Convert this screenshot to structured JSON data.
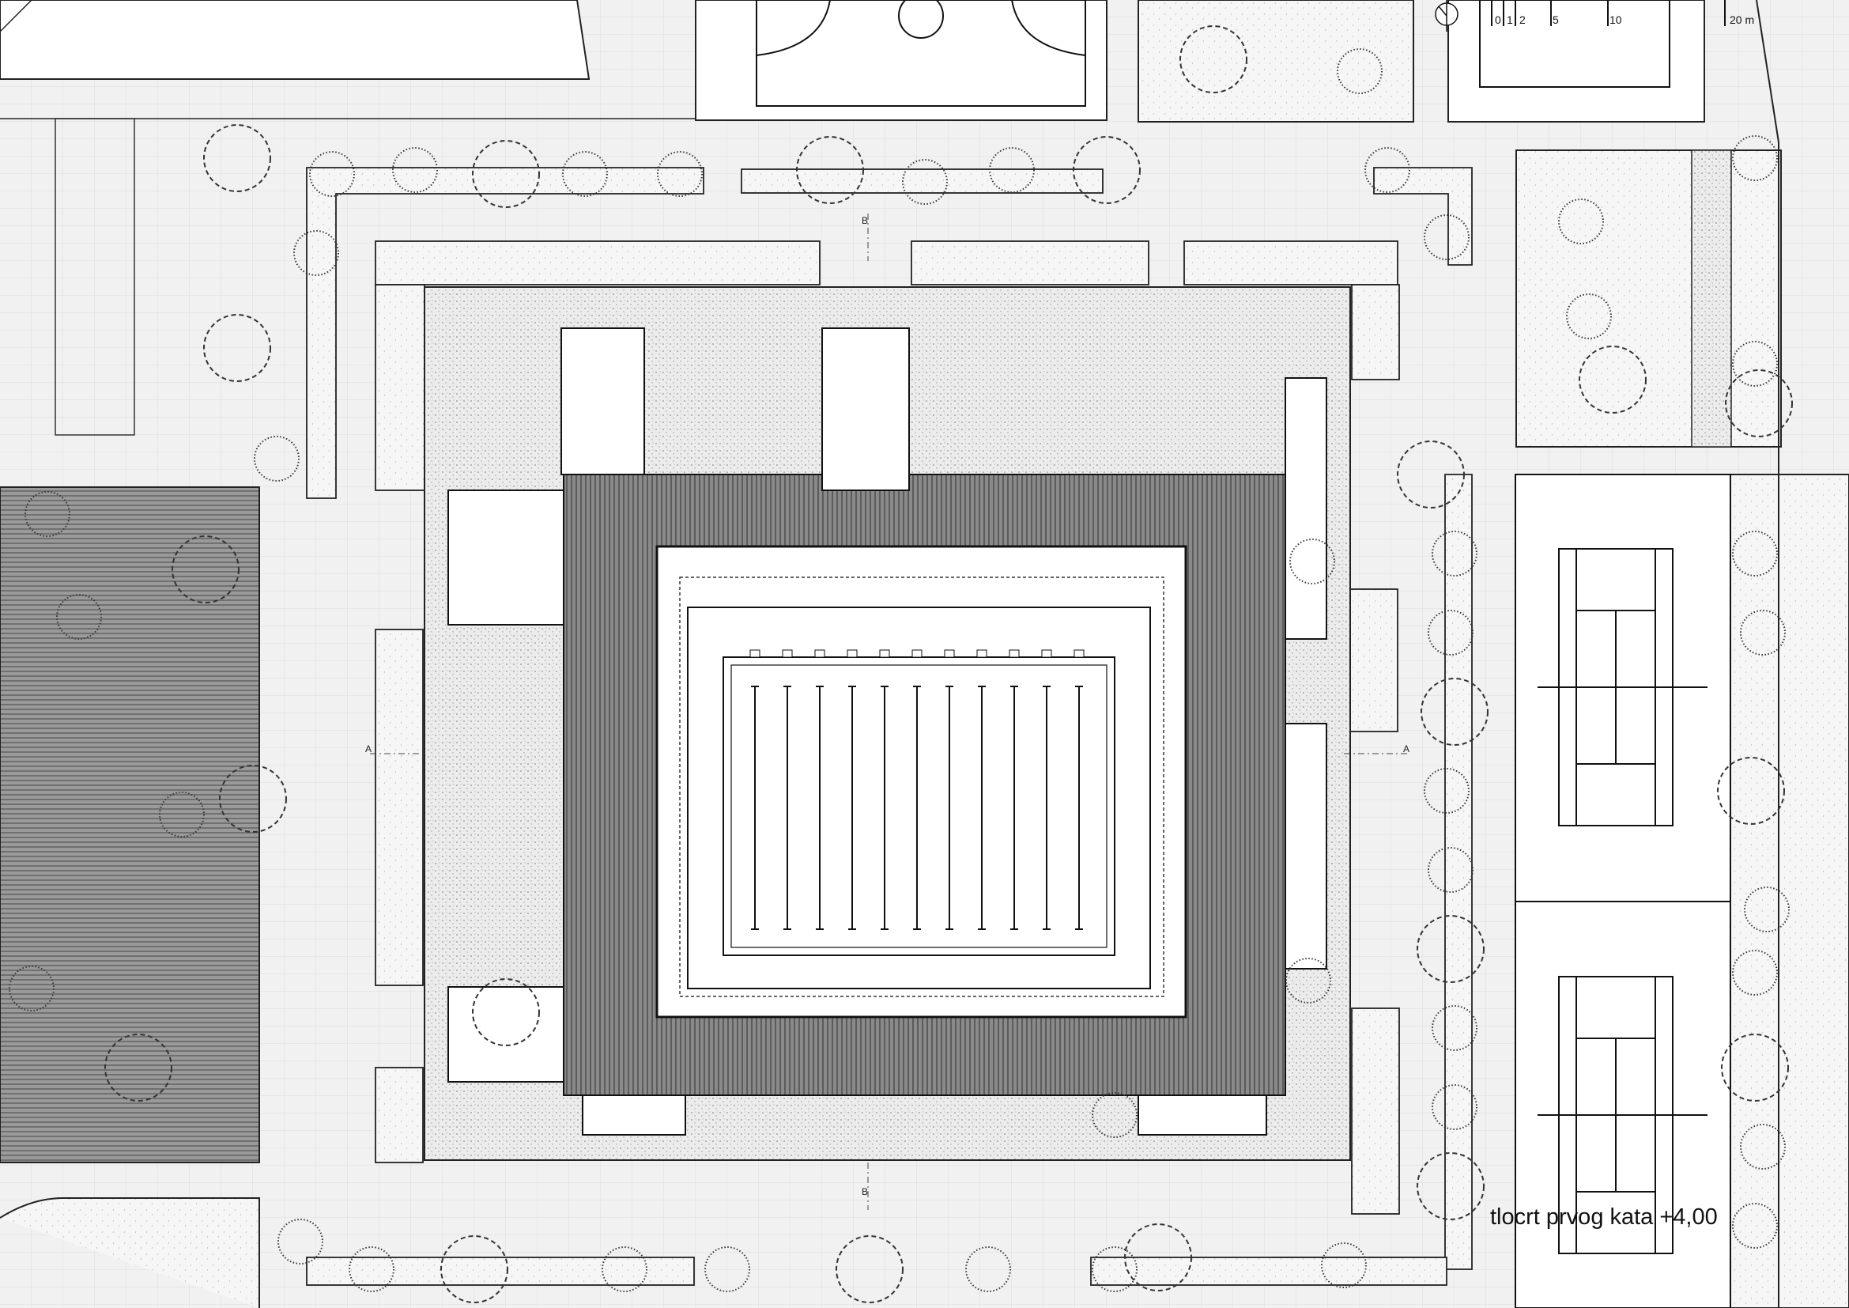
{
  "drawing": {
    "title": "tlocrt prvog kata +4,00",
    "scale_bar": {
      "labels": [
        "0",
        "1",
        "2",
        "5",
        "10",
        "20 m"
      ],
      "unit": "m"
    },
    "section_markers": {
      "a_left": "A",
      "a_right": "A",
      "b_top": "B",
      "b_bottom": "B"
    },
    "north_arrow_icon": "north-arrow-icon",
    "pool_lane_count": 11
  }
}
